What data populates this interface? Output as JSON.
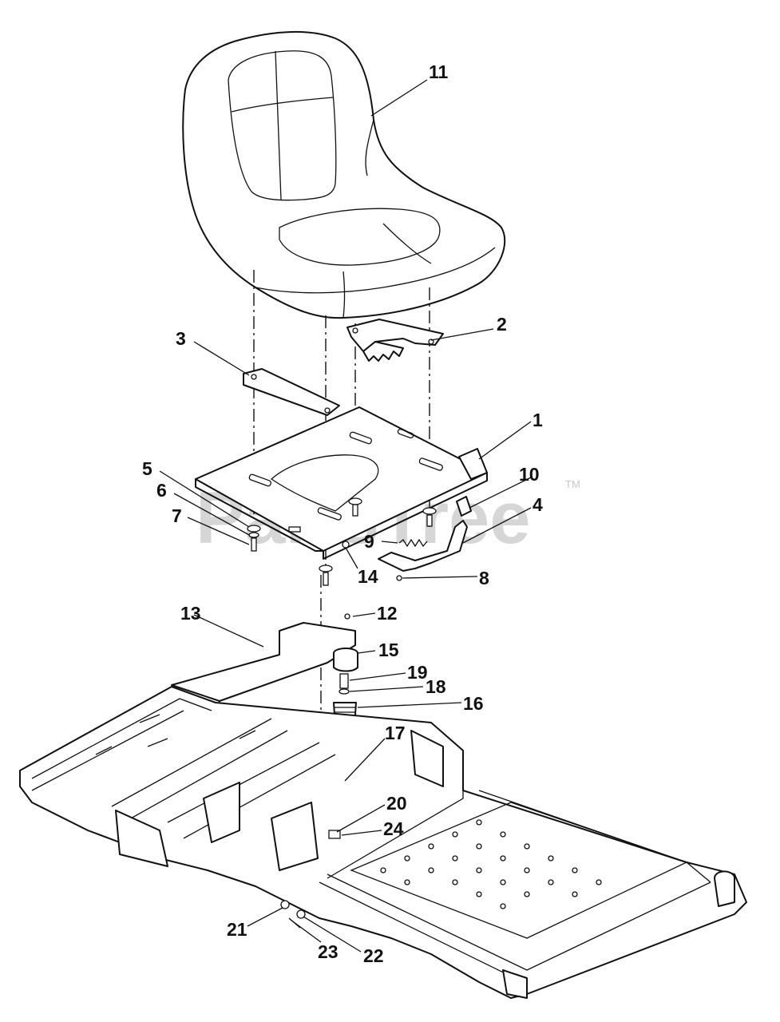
{
  "watermark": {
    "text": "PartsTree",
    "tm": "TM"
  },
  "callouts": [
    {
      "id": "1",
      "label": "1"
    },
    {
      "id": "2",
      "label": "2"
    },
    {
      "id": "3",
      "label": "3"
    },
    {
      "id": "4",
      "label": "4"
    },
    {
      "id": "5",
      "label": "5"
    },
    {
      "id": "6",
      "label": "6"
    },
    {
      "id": "7",
      "label": "7"
    },
    {
      "id": "8",
      "label": "8"
    },
    {
      "id": "9",
      "label": "9"
    },
    {
      "id": "10",
      "label": "10"
    },
    {
      "id": "11",
      "label": "11"
    },
    {
      "id": "12",
      "label": "12"
    },
    {
      "id": "13",
      "label": "13"
    },
    {
      "id": "14",
      "label": "14"
    },
    {
      "id": "15",
      "label": "15"
    },
    {
      "id": "16",
      "label": "16"
    },
    {
      "id": "17",
      "label": "17"
    },
    {
      "id": "18",
      "label": "18"
    },
    {
      "id": "19",
      "label": "19"
    },
    {
      "id": "20",
      "label": "20"
    },
    {
      "id": "21",
      "label": "21"
    },
    {
      "id": "22",
      "label": "22"
    },
    {
      "id": "23",
      "label": "23"
    },
    {
      "id": "24",
      "label": "24"
    }
  ],
  "colors": {
    "line": "#111111",
    "watermark": "#d6d6d6",
    "background": "#ffffff"
  }
}
